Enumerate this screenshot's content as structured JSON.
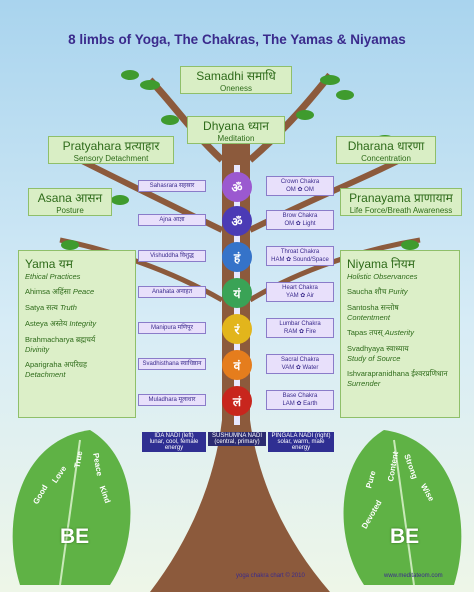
{
  "title": "8 limbs of Yoga, The Chakras, The Yamas & Niyamas",
  "limbs": {
    "samadhi": {
      "name": "Samadhi समाधि",
      "sub": "Oneness"
    },
    "dhyana": {
      "name": "Dhyana ध्यान",
      "sub": "Meditation"
    },
    "pratyahara": {
      "name": "Pratyahara प्रत्याहार",
      "sub": "Sensory Detachment"
    },
    "dharana": {
      "name": "Dharana धारणा",
      "sub": "Concentration"
    },
    "asana": {
      "name": "Asana आसन",
      "sub": "Posture"
    },
    "pranayama": {
      "name": "Pranayama प्राणायाम",
      "sub": "Life Force/Breath Awareness"
    }
  },
  "yama": {
    "heading": "Yama यम",
    "sub": "Ethical Practices",
    "items": [
      {
        "sk": "Ahimsa अहिंसा",
        "en": "Peace"
      },
      {
        "sk": "Satya सत्य",
        "en": "Truth"
      },
      {
        "sk": "Asteya अस्तेय",
        "en": "Integrity"
      },
      {
        "sk": "Brahmacharya ब्रह्मचर्य",
        "en": "Divinity"
      },
      {
        "sk": "Aparigraha अपरिग्रह",
        "en": "Detachment"
      }
    ]
  },
  "niyama": {
    "heading": "Niyama नियम",
    "sub": "Holistic Observances",
    "items": [
      {
        "sk": "Saucha शौच",
        "en": "Purity"
      },
      {
        "sk": "Santosha सन्तोष",
        "en": "Contentment"
      },
      {
        "sk": "Tapas तपस्",
        "en": "Austerity"
      },
      {
        "sk": "Svadhyaya स्वाध्याय",
        "en": "Study of Source"
      },
      {
        "sk": "Ishvarapranidhana ईश्वरप्रणिधान",
        "en": "Surrender"
      }
    ]
  },
  "chakras": [
    {
      "left": "Sahasrara सहस्रार",
      "right1": "Crown Chakra",
      "right2": "OM ✿ OM",
      "symbol": "ॐ",
      "color": "#9b59d0"
    },
    {
      "left": "Ajna आज्ञा",
      "right1": "Brow Chakra",
      "right2": "OM ✿ Light",
      "symbol": "ॐ",
      "color": "#4b3bb5"
    },
    {
      "left": "Vishuddha विशुद्ध",
      "right1": "Throat Chakra",
      "right2": "HAM ✿ Sound/Space",
      "symbol": "हं",
      "color": "#3573c9"
    },
    {
      "left": "Anahata अनाहत",
      "right1": "Heart Chakra",
      "right2": "YAM ✿ Air",
      "symbol": "यं",
      "color": "#3aa356"
    },
    {
      "left": "Manipura मणिपूर",
      "right1": "Lumbar Chakra",
      "right2": "RAM ✿ Fire",
      "symbol": "रं",
      "color": "#e2b51c"
    },
    {
      "left": "Svadhisthana स्वाधिष्ठान",
      "right1": "Sacral Chakra",
      "right2": "VAM ✿ Water",
      "symbol": "वं",
      "color": "#e57d1d"
    },
    {
      "left": "Muladhara मूलाधार",
      "right1": "Base Chakra",
      "right2": "LAM ✿ Earth",
      "symbol": "लं",
      "color": "#c8261d"
    }
  ],
  "nadis": {
    "ida": "IDA NADI (left)",
    "ida_sub": "lunar, cool, female energy",
    "sushumna": "SUSHUMNA NADI",
    "sushumna_sub": "(central, primary)",
    "pingala": "PINGALA NADI (right)",
    "pingala_sub": "solar, warm, male energy"
  },
  "leaves": {
    "left_words": [
      "Good",
      "Love",
      "True",
      "Peace",
      "Kind"
    ],
    "right_words": [
      "Pure",
      "Content",
      "Strong",
      "Wise",
      "Devoted"
    ],
    "be": "BE"
  },
  "footer": {
    "left": "yoga chakra chart © 2010",
    "right": "www.meditateom.com"
  }
}
